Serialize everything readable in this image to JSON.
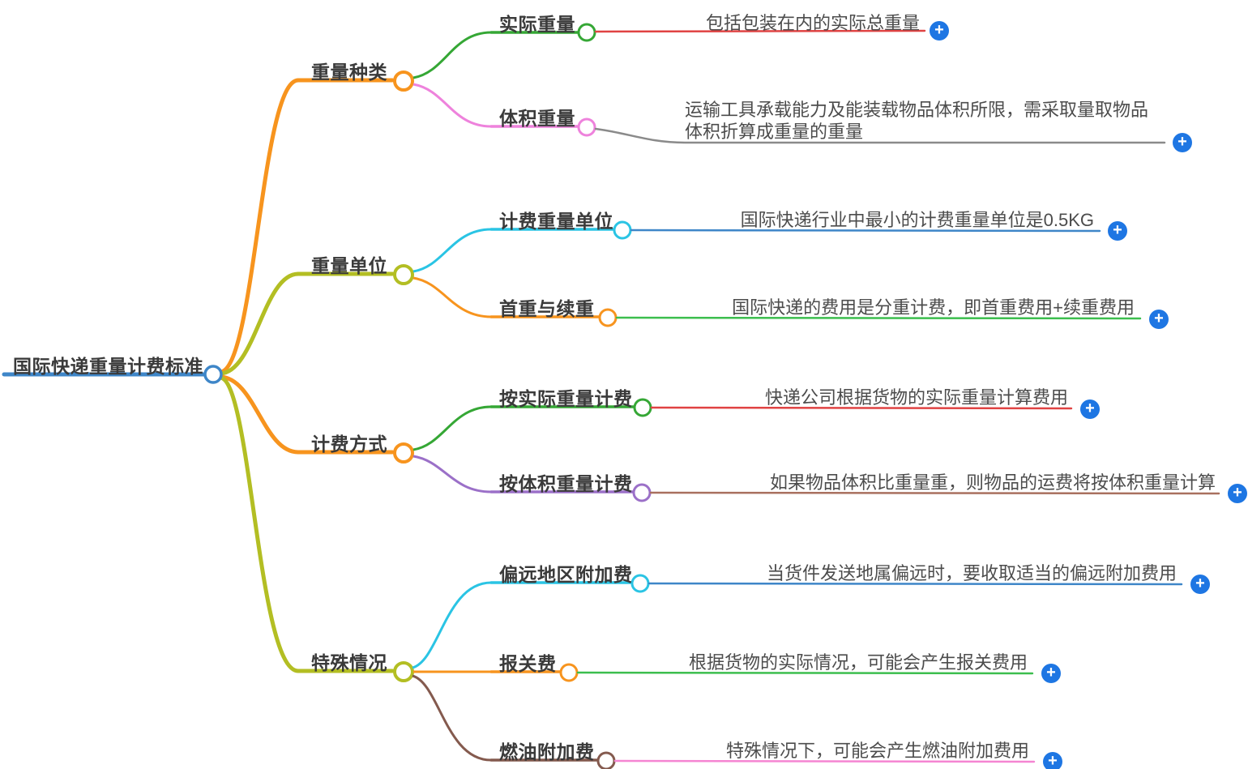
{
  "root": {
    "label": "国际快递重量计费标准",
    "color": "#3E86C8"
  },
  "branches": [
    {
      "label": "重量种类",
      "color": "#F7941E",
      "children": [
        {
          "label": "实际重量",
          "color": "#35A735",
          "desc": "包括包装在内的实际总重量",
          "desc_line_color": "#E04343"
        },
        {
          "label": "体积重量",
          "color": "#EE82DC",
          "desc": "运输工具承载能力及能装载物品体积所限，需采取量取物品体积折算成重量的重量",
          "desc_line_color": "#8A8A8A"
        }
      ]
    },
    {
      "label": "重量单位",
      "color": "#B3BE23",
      "children": [
        {
          "label": "计费重量单位",
          "color": "#2AC4E4",
          "desc": "国际快递行业中最小的计费重量单位是0.5KG",
          "desc_line_color": "#3E86C8"
        },
        {
          "label": "首重与续重",
          "color": "#F7941E",
          "desc": "国际快递的费用是分重计费，即首重费用+续重费用",
          "desc_line_color": "#3CBE4E"
        }
      ]
    },
    {
      "label": "计费方式",
      "color": "#F7941E",
      "children": [
        {
          "label": "按实际重量计费",
          "color": "#35A735",
          "desc": "快递公司根据货物的实际重量计算费用",
          "desc_line_color": "#E04343"
        },
        {
          "label": "按体积重量计费",
          "color": "#9B70C8",
          "desc": "如果物品体积比重量重，则物品的运费将按体积重量计算",
          "desc_line_color": "#A9705F"
        }
      ]
    },
    {
      "label": "特殊情况",
      "color": "#B3BE23",
      "children": [
        {
          "label": "偏远地区附加费",
          "color": "#2AC4E4",
          "desc": "当货件发送地属偏远时，要收取适当的偏远附加费用",
          "desc_line_color": "#3E86C8"
        },
        {
          "label": "报关费",
          "color": "#F7941E",
          "desc": "根据货物的实际情况，可能会产生报关费用",
          "desc_line_color": "#3CBE4E"
        },
        {
          "label": "燃油附加费",
          "color": "#845A4E",
          "desc": "特殊情况下，可能会产生燃油附加费用",
          "desc_line_color": "#F585D2"
        }
      ]
    }
  ],
  "ui": {
    "add_icon": "+",
    "add_button_color": "#1E76E3"
  }
}
